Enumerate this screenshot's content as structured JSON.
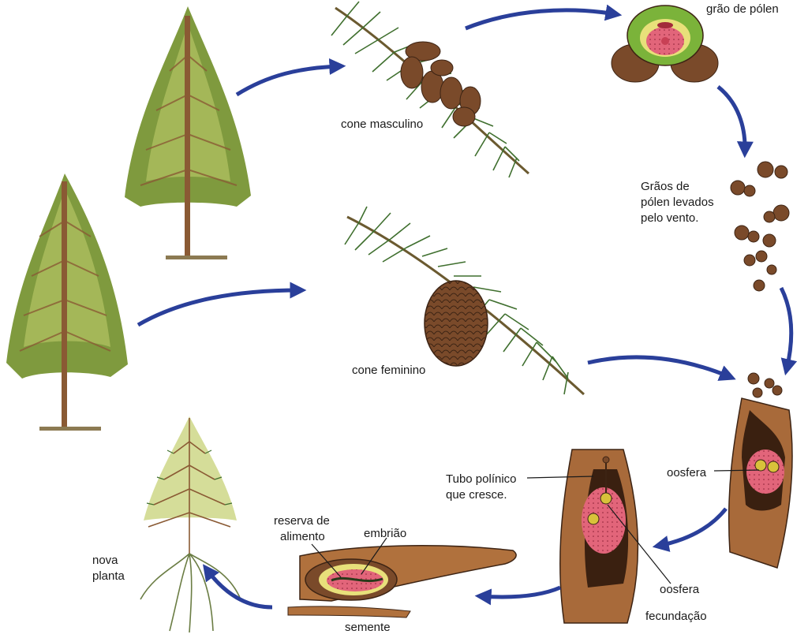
{
  "labels": {
    "male_cone": "cone masculino",
    "pollen_grain": "grão de pólen",
    "pollen_wind_1": "Grãos de",
    "pollen_wind_2": "pólen levados",
    "pollen_wind_3": "pelo vento.",
    "female_cone": "cone feminino",
    "ovule_oosphere": "oosfera",
    "pollen_tube_1": "Tubo polínico",
    "pollen_tube_2": "que cresce.",
    "fert_oosphere": "oosfera",
    "fertilization": "fecundação",
    "food_reserve_1": "reserva de",
    "food_reserve_2": "alimento",
    "embryo": "embrião",
    "seed": "semente",
    "new_plant_1": "nova",
    "new_plant_2": "planta"
  },
  "colors": {
    "arrow": "#2a3f9a",
    "trunk": "#8a5a34",
    "foliage": "#7f9a3e",
    "foliage_light": "#c3cf6e",
    "needle": "#3f6f2e",
    "cone": "#7a4a2a",
    "seed_wing": "#b0713d",
    "pollen_green": "#7bb33a",
    "pollen_pink": "#e2657a"
  }
}
